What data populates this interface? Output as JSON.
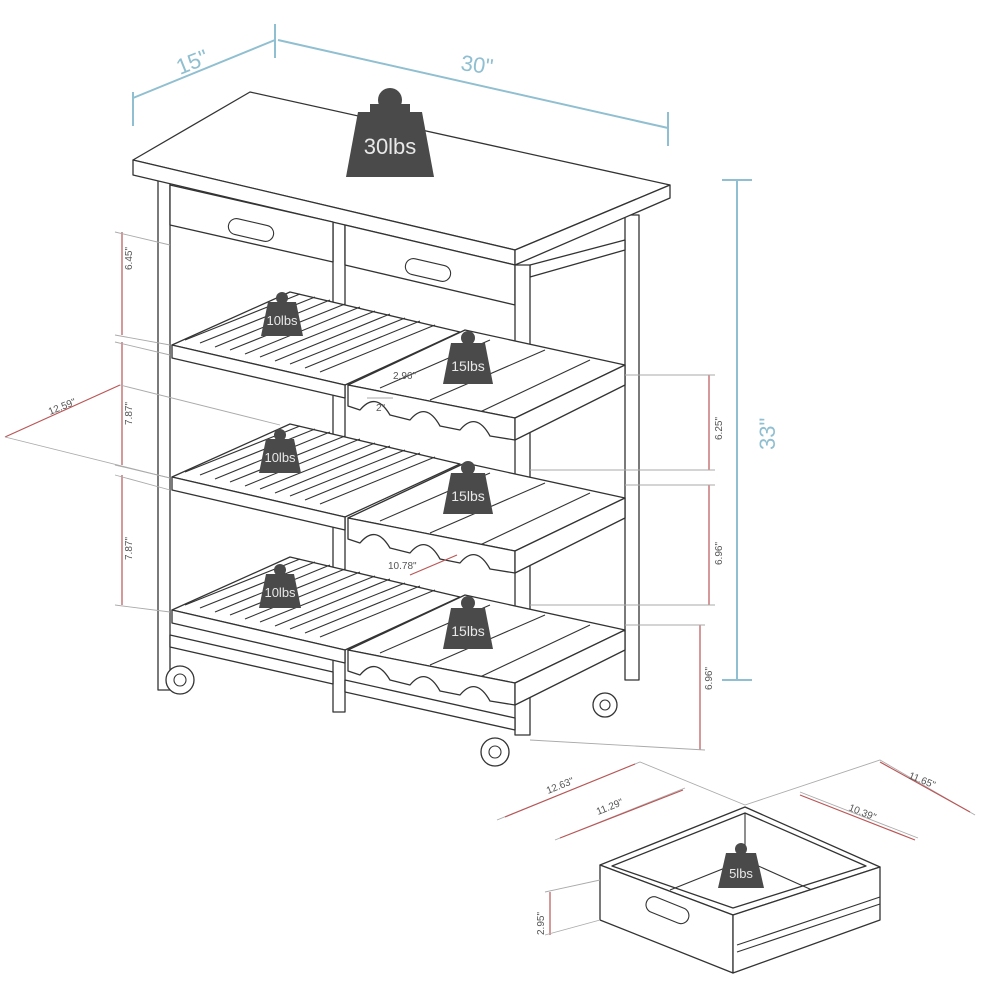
{
  "overall": {
    "depth": "15\"",
    "width": "30\"",
    "height": "33\""
  },
  "weights": {
    "top": "30lbs",
    "left_shelf_1": "10lbs",
    "left_shelf_2": "10lbs",
    "left_shelf_3": "10lbs",
    "wine_rack_1": "15lbs",
    "wine_rack_2": "15lbs",
    "wine_rack_3": "15lbs",
    "drawer": "5lbs"
  },
  "left_shelves": {
    "drawer_gap": "6.45\"",
    "gap_1": "7.87\"",
    "gap_2": "7.87\"",
    "depth": "12.59\""
  },
  "wine_rack": {
    "bottle_spacing": "2.96\"",
    "bottle_width": "2\"",
    "depth": "10.78\"",
    "gap_1": "6.25\"",
    "gap_2": "6.96\"",
    "gap_3": "6.96\""
  },
  "drawer": {
    "outer_width": "12.63\"",
    "inner_width": "11.29\"",
    "outer_depth": "11.65\"",
    "inner_depth": "10.39\"",
    "height": "2.95\""
  },
  "colors": {
    "weight": "#4a4a4a",
    "dimension_main": "#8fbfd0",
    "dimension_arrow": "#bb5555"
  }
}
